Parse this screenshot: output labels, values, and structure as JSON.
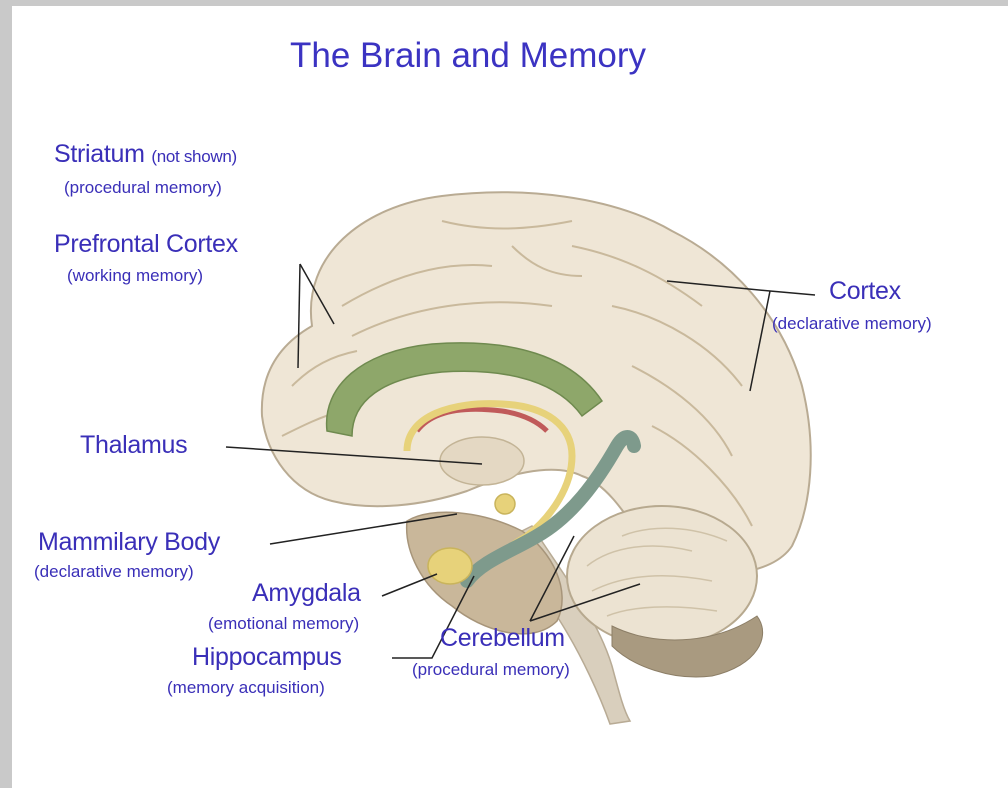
{
  "title": "The Brain and Memory",
  "colors": {
    "label_text": "#3a2fb8",
    "brain_tissue": "#efe6d6",
    "cingulate": "#8ea76a",
    "fornix": "#e7d27a",
    "corpus_callosum": "#c05a5a",
    "hippocampus": "#7e9a8c",
    "cerebellum": "#ece3d2",
    "brainstem": "#d9cfbd"
  },
  "labels": {
    "striatum": {
      "name": "Striatum",
      "note": "(not shown)",
      "memory": "(procedural memory)"
    },
    "prefrontal": {
      "name": "Prefrontal Cortex",
      "memory": "(working memory)"
    },
    "cortex": {
      "name": "Cortex",
      "memory": "(declarative memory)"
    },
    "thalamus": {
      "name": "Thalamus"
    },
    "mammillary": {
      "name": "Mammilary Body",
      "memory": "(declarative memory)"
    },
    "amygdala": {
      "name": "Amygdala",
      "memory": "(emotional memory)"
    },
    "hippocampus": {
      "name": "Hippocampus",
      "memory": "(memory acquisition)"
    },
    "cerebellum": {
      "name": "Cerebellum",
      "memory": "(procedural memory)"
    }
  }
}
